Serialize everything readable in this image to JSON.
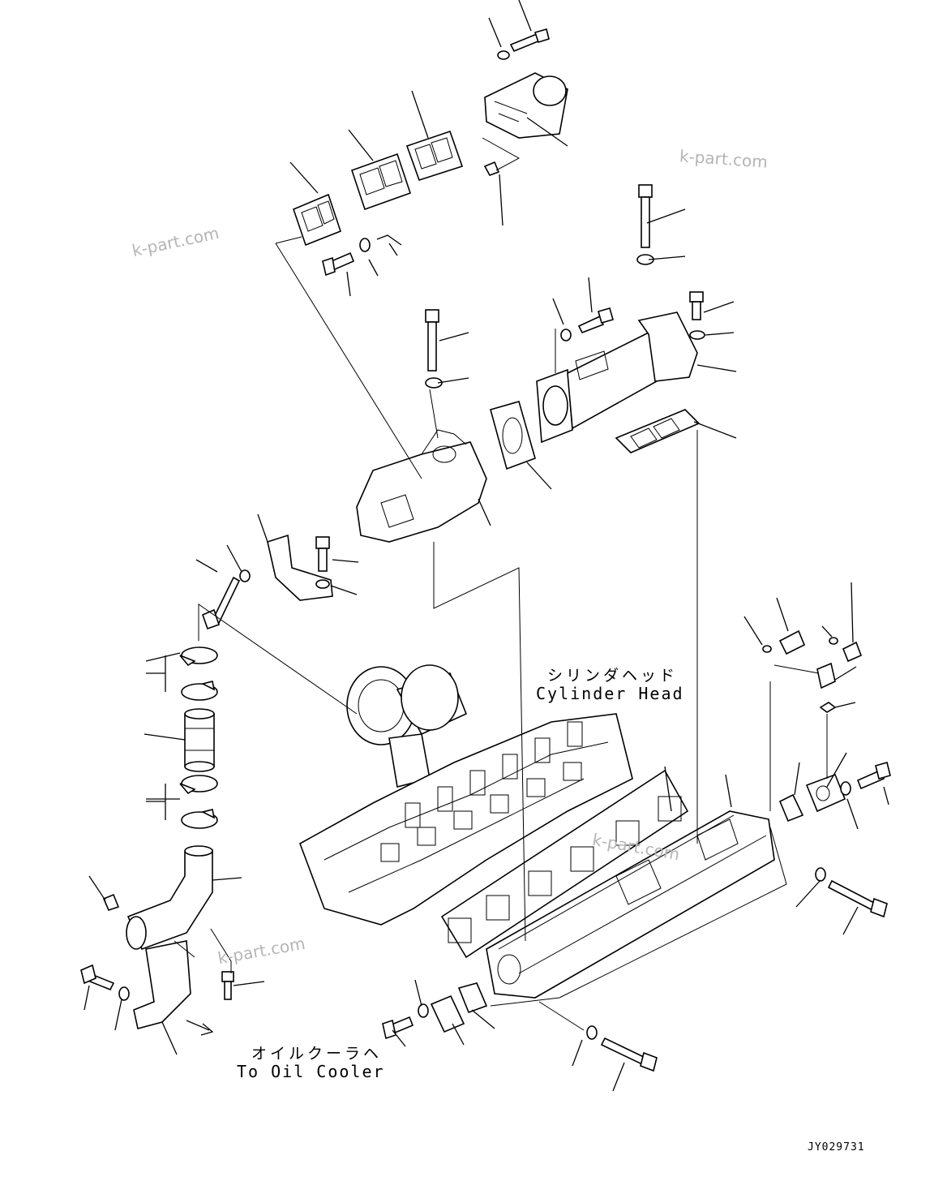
{
  "labels": {
    "cylinder_head_jp": "シリンダヘッド",
    "cylinder_head_en": "Cylinder Head",
    "oil_cooler_jp": "オイルクーラヘ",
    "oil_cooler_en": "To Oil Cooler"
  },
  "watermarks": [
    "k-part.com",
    "k-part.com",
    "k-part.com",
    "k-part.com"
  ],
  "drawing_code": "JY029731",
  "colors": {
    "line": "#000000",
    "watermark": "#b5b5b5",
    "background": "#ffffff"
  }
}
